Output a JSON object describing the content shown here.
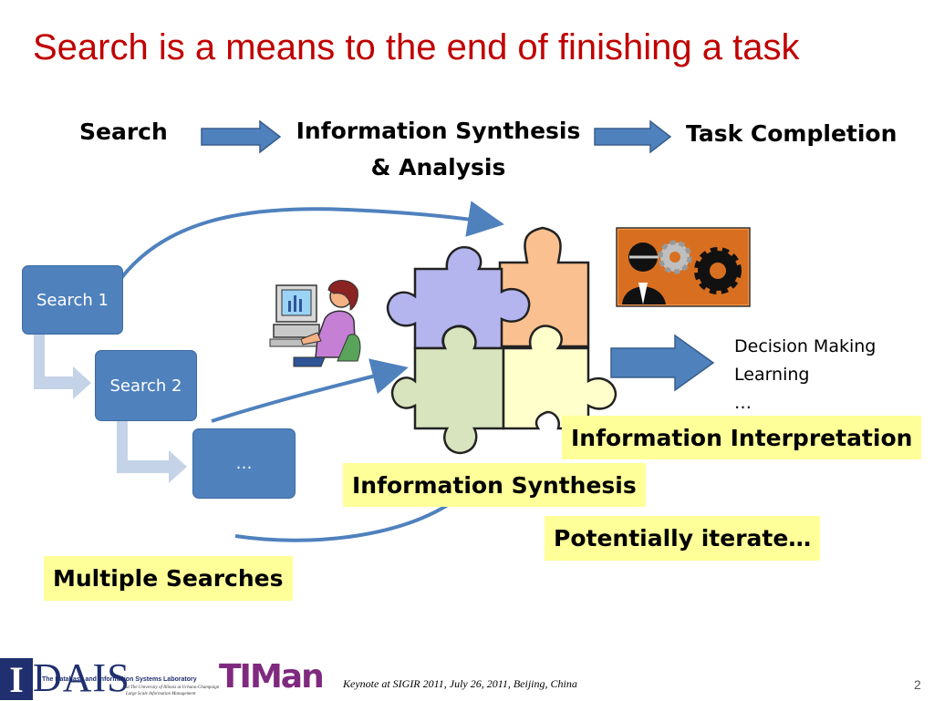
{
  "title": "Search is a means to the end of finishing a task",
  "flow": {
    "step1": "Search",
    "step2_line1": "Information Synthesis",
    "step2_line2": "& Analysis",
    "step3": "Task Completion"
  },
  "searches": {
    "box1": "Search 1",
    "box2": "Search 2",
    "box3": "…"
  },
  "outcomes": {
    "line1": "Decision Making",
    "line2": "Learning",
    "line3": "…"
  },
  "callouts": {
    "interpretation": "Information Interpretation",
    "synthesis": "Information Synthesis",
    "iterate": "Potentially iterate…",
    "multiple": "Multiple Searches"
  },
  "footer": {
    "lab_name": "The Database and Information Systems Laboratory",
    "lab_sub": "at The University of Illinois at Urbana-Champaign",
    "lab_sub2": "Large Scale Information Management",
    "dais": "DAIS",
    "dais_i": "I",
    "timan": "TIMan",
    "note": "Keynote at SIGIR 2011,  July 26, 2011, Beijing, China",
    "page": "2"
  },
  "colors": {
    "title": "#c00000",
    "box": "#4f81bd",
    "highlight": "#ffff99",
    "arrow": "#4f81bd",
    "puzzle_purple": "#b4b4ee",
    "puzzle_orange": "#fac08f",
    "puzzle_green": "#d7e4bd",
    "puzzle_yellow": "#ffffcc"
  }
}
